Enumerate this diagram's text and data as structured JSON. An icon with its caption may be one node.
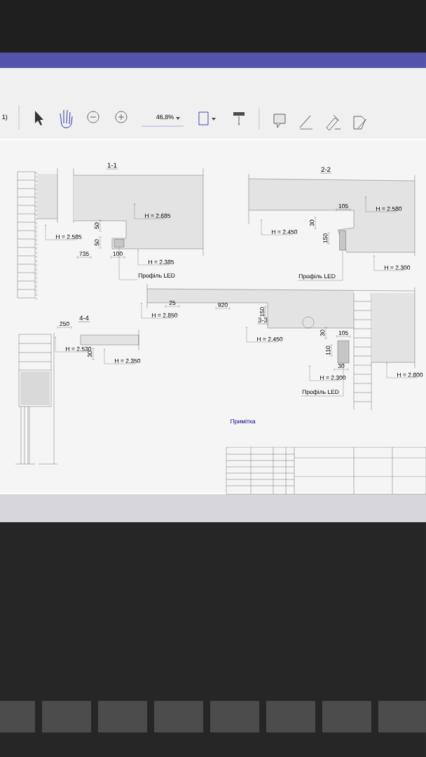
{
  "diagram": {
    "nodes": [
      {
        "text": [
          "Профіль LED"
        ]
      },
      {
        "text": [
          "Профіль LED"
        ]
      },
      {
        "text": [
          "Профіль LED"
        ]
      },
      {
        "text": [],
        "shape": "box"
      },
      {
        "text": [],
        "shape": "box"
      },
      {
        "text": [],
        "shape": "box"
      }
    ],
    "edges": [
      {
        "from": 0,
        "to": 3,
        "arrow": "none"
      },
      {
        "from": 1,
        "to": 4,
        "arrow": "none"
      },
      {
        "from": 2,
        "to": 5,
        "arrow": "none"
      }
    ],
    "labels": [
      "1)",
      "46,8%",
      "1-1",
      "2-2",
      "H = 2.685",
      "H = 2.580",
      "50",
      "H = 2.585",
      "H = 2.450",
      "105",
      "30",
      "150",
      "50",
      "735",
      "100",
      "H = 2.385",
      "H = 2.300",
      "3-3",
      "25",
      "920",
      "150",
      "H = 2.850",
      "4-4",
      "250",
      "30",
      "105",
      "H = 2.450",
      "H = 2.530",
      "110",
      "30",
      "H = 2.350",
      "30",
      "H = 2.300",
      "H = 2.800",
      "Примітка"
    ]
  }
}
